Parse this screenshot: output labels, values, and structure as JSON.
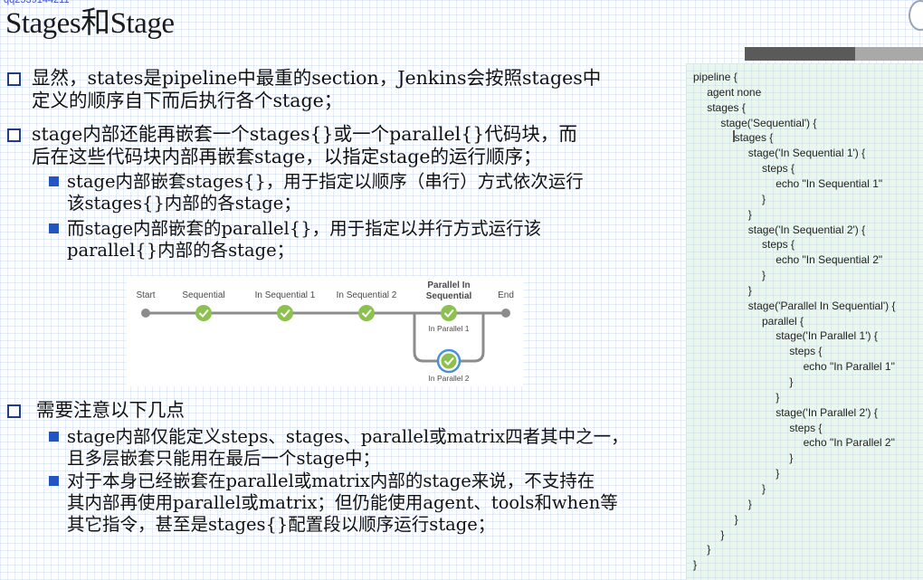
{
  "watermark": "qq2539144211",
  "title": "Stages和Stage",
  "bullets": [
    {
      "level": 1,
      "lines": [
        "显然，states是pipeline中最重的section，Jenkins会按照stages中",
        "定义的顺序自下而后执行各个stage；"
      ]
    },
    {
      "level": 1,
      "lines": [
        "stage内部还能再嵌套一个stages{}或一个parallel{}代码块，而",
        "后在这些代码块内部再嵌套stage，以指定stage的运行顺序；"
      ]
    },
    {
      "level": 2,
      "lines": [
        "stage内部嵌套stages{}，用于指定以顺序（串行）方式依次运行",
        "该stages{}内部的各stage；"
      ]
    },
    {
      "level": 2,
      "lines": [
        "而stage内部嵌套的parallel{}，用于指定以并行方式运行该",
        "parallel{}内部的各stage；"
      ]
    },
    {
      "level": 1,
      "lines": [
        "需要注意以下几点"
      ]
    },
    {
      "level": 2,
      "lines": [
        "stage内部仅能定义steps、stages、parallel或matrix四者其中之一，",
        "且多层嵌套只能用在最后一个stage中；"
      ]
    },
    {
      "level": 2,
      "lines": [
        "对于本身已经嵌套在parallel或matrix内部的stage来说，不支持在",
        "其内部再使用parallel或matrix；但仍能使用agent、tools和when等",
        "其它指令，甚至是stages{}配置段以顺序运行stage；"
      ]
    }
  ],
  "diagram": {
    "labels": [
      "Start",
      "Sequential",
      "In Sequential 1",
      "In Sequential 2",
      "Parallel In",
      "Sequential",
      "End"
    ],
    "branch_labels": [
      "In Parallel 1",
      "In Parallel 2"
    ],
    "colors": {
      "success": "#8cc04f",
      "line": "#8c8c8c",
      "selected_ring": "#4a90d9"
    },
    "icons": [
      "check-icon"
    ]
  },
  "code_lines": [
    "pipeline {",
    "    agent none",
    "    stages {",
    "        stage('Sequential') {",
    "            stages {",
    "                stage('In Sequential 1') {",
    "                    steps {",
    "                        echo \"In Sequential 1\"",
    "                    }",
    "                }",
    "                stage('In Sequential 2') {",
    "                    steps {",
    "                        echo \"In Sequential 2\"",
    "                    }",
    "                }",
    "                stage('Parallel In Sequential') {",
    "                    parallel {",
    "                        stage('In Parallel 1') {",
    "                            steps {",
    "                                echo \"In Parallel 1\"",
    "                            }",
    "                        }",
    "                        stage('In Parallel 2') {",
    "                            steps {",
    "                                echo \"In Parallel 2\"",
    "                            }",
    "                        }",
    "                    }",
    "                }",
    "            }",
    "        }",
    "    }",
    "}"
  ]
}
